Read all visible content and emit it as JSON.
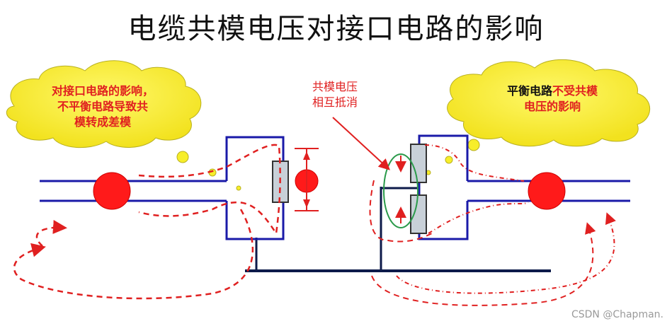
{
  "title": "电缆共模电压对接口电路的影响",
  "left_cloud": {
    "lines": [
      "对接口电路的影响，",
      "不平衡电路导致共",
      "模转成差模"
    ]
  },
  "right_cloud": {
    "part1": "平衡电路",
    "part2": "不受共模",
    "line2": "电压的影响"
  },
  "center_note": {
    "lines": [
      "共模电压",
      "相互抵消"
    ]
  },
  "watermark": "CSDN @Chapman.",
  "colors": {
    "cable": "#1a1aa8",
    "current": "#e02020",
    "cloud": "#f7ee2a",
    "resistor": "#c8d0d8",
    "ground": "#0d1a4a"
  }
}
